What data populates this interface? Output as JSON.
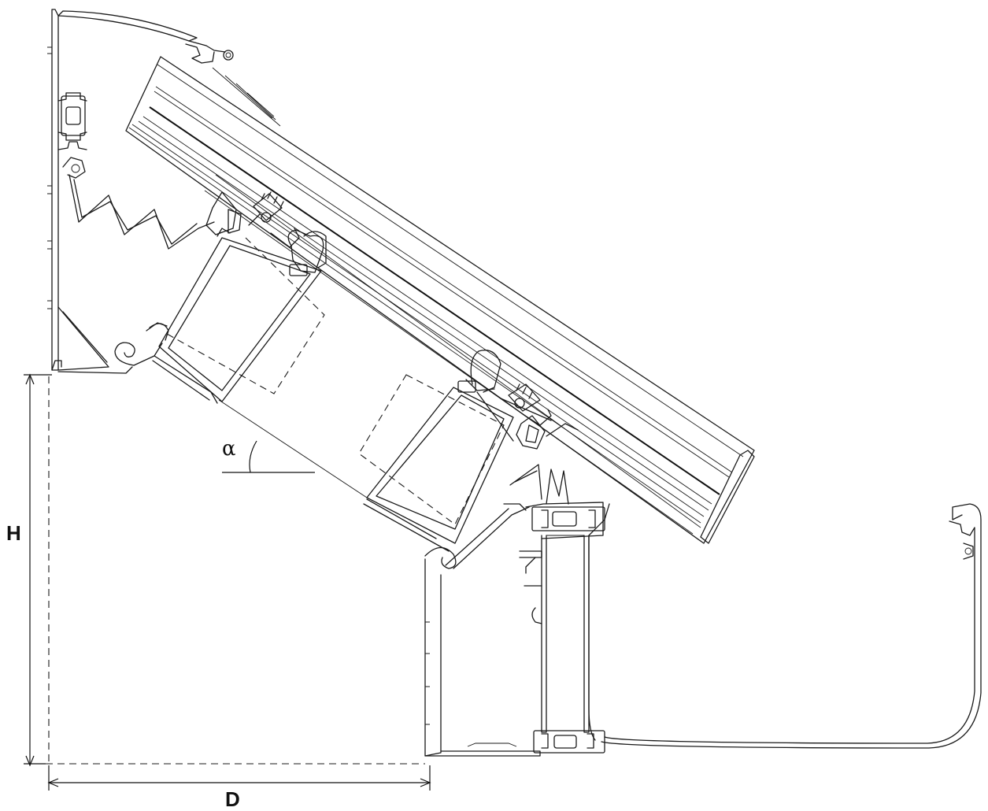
{
  "labels": {
    "height": "H",
    "depth": "D",
    "angle": "α"
  },
  "colors": {
    "line": "#1a1a1a",
    "background": "#ffffff"
  }
}
